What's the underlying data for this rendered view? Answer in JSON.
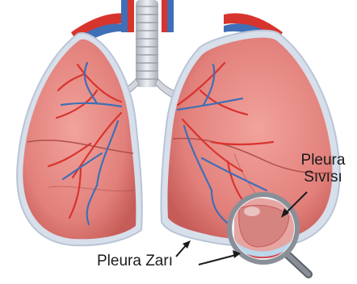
{
  "labels": {
    "pleural_fluid_line1": "Pleura",
    "pleural_fluid_line2": "Sıvısı",
    "pleural_membrane": "Pleura Zarı"
  },
  "colors": {
    "lung_tissue": "#e8827e",
    "lung_shadow": "#c85c5a",
    "pleura": "#c7d4e6",
    "trachea": "#d9dce3",
    "artery": "#d8342e",
    "vein": "#3f6fb6",
    "magnifier_rim": "#8a8f97",
    "fluid": "#b9d8ec"
  },
  "icons": {
    "magnifier": "magnifier-icon"
  }
}
